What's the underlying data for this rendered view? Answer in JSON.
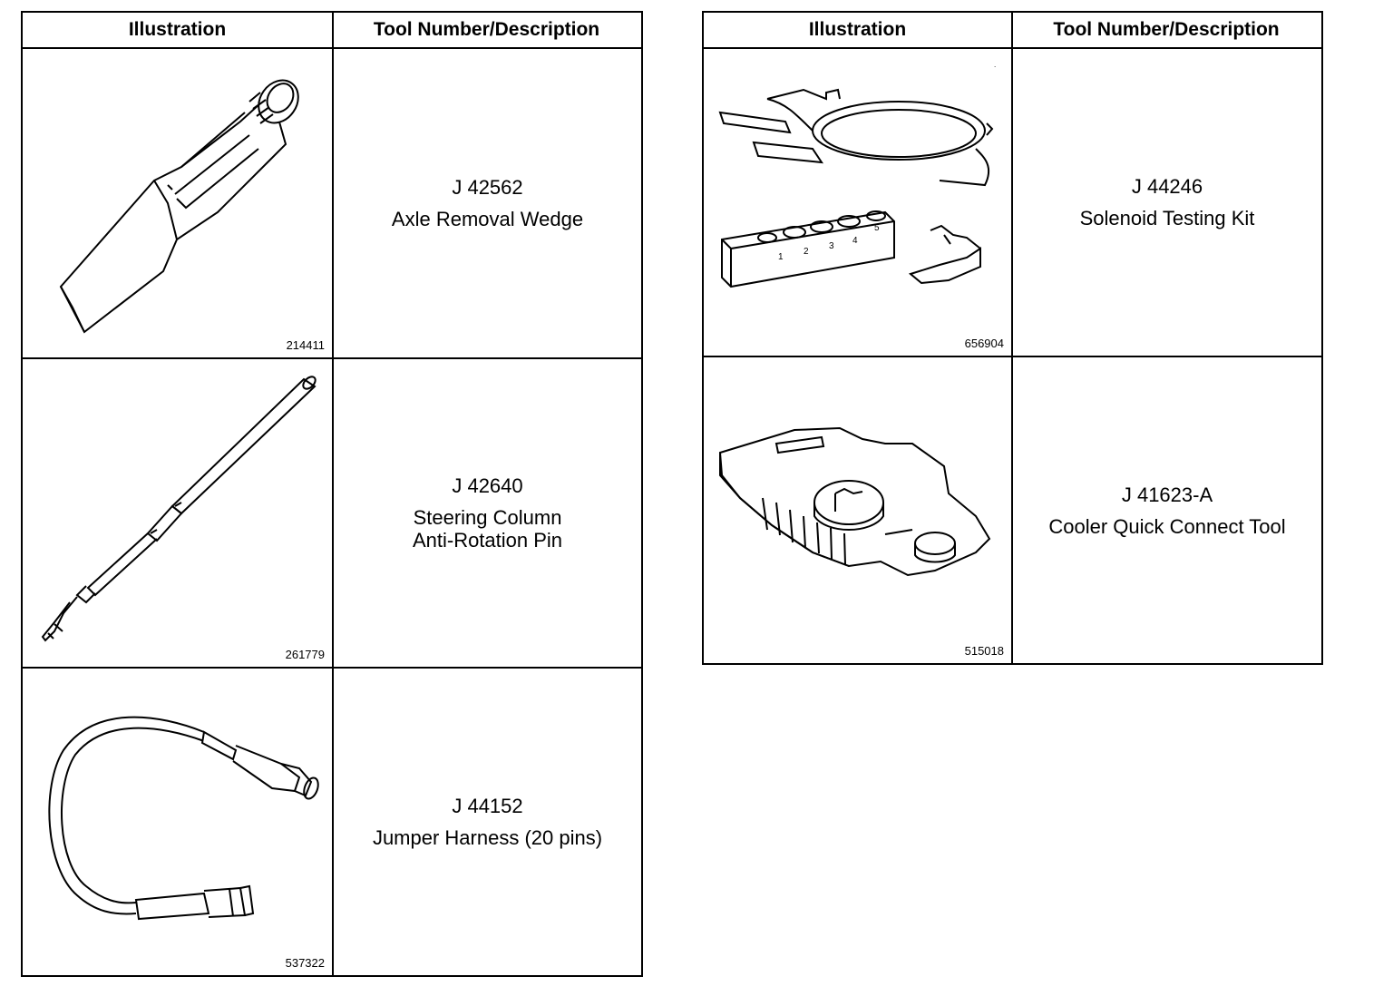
{
  "left_table": {
    "header": {
      "illustration": "Illustration",
      "tool": "Tool Number/Description"
    },
    "rows": [
      {
        "figure_no": "214411",
        "tool_no": "J 42562",
        "desc": [
          "Axle Removal Wedge"
        ],
        "icon": "axle-removal-wedge-icon"
      },
      {
        "figure_no": "261779",
        "tool_no": "J 42640",
        "desc": [
          "Steering Column",
          "Anti-Rotation Pin"
        ],
        "icon": "anti-rotation-pin-icon"
      },
      {
        "figure_no": "537322",
        "tool_no": "J 44152",
        "desc": [
          "Jumper Harness (20 pins)"
        ],
        "icon": "jumper-harness-icon"
      }
    ]
  },
  "right_table": {
    "header": {
      "illustration": "Illustration",
      "tool": "Tool Number/Description"
    },
    "rows": [
      {
        "figure_no": "656904",
        "tool_no": "J 44246",
        "desc": [
          "Solenoid Testing Kit"
        ],
        "icon": "solenoid-testing-kit-icon",
        "block_labels": [
          "1",
          "2",
          "3",
          "4",
          "5"
        ]
      },
      {
        "figure_no": "515018",
        "tool_no": "J 41623-A",
        "desc": [
          "Cooler Quick Connect Tool"
        ],
        "icon": "cooler-quick-connect-tool-icon"
      }
    ]
  }
}
